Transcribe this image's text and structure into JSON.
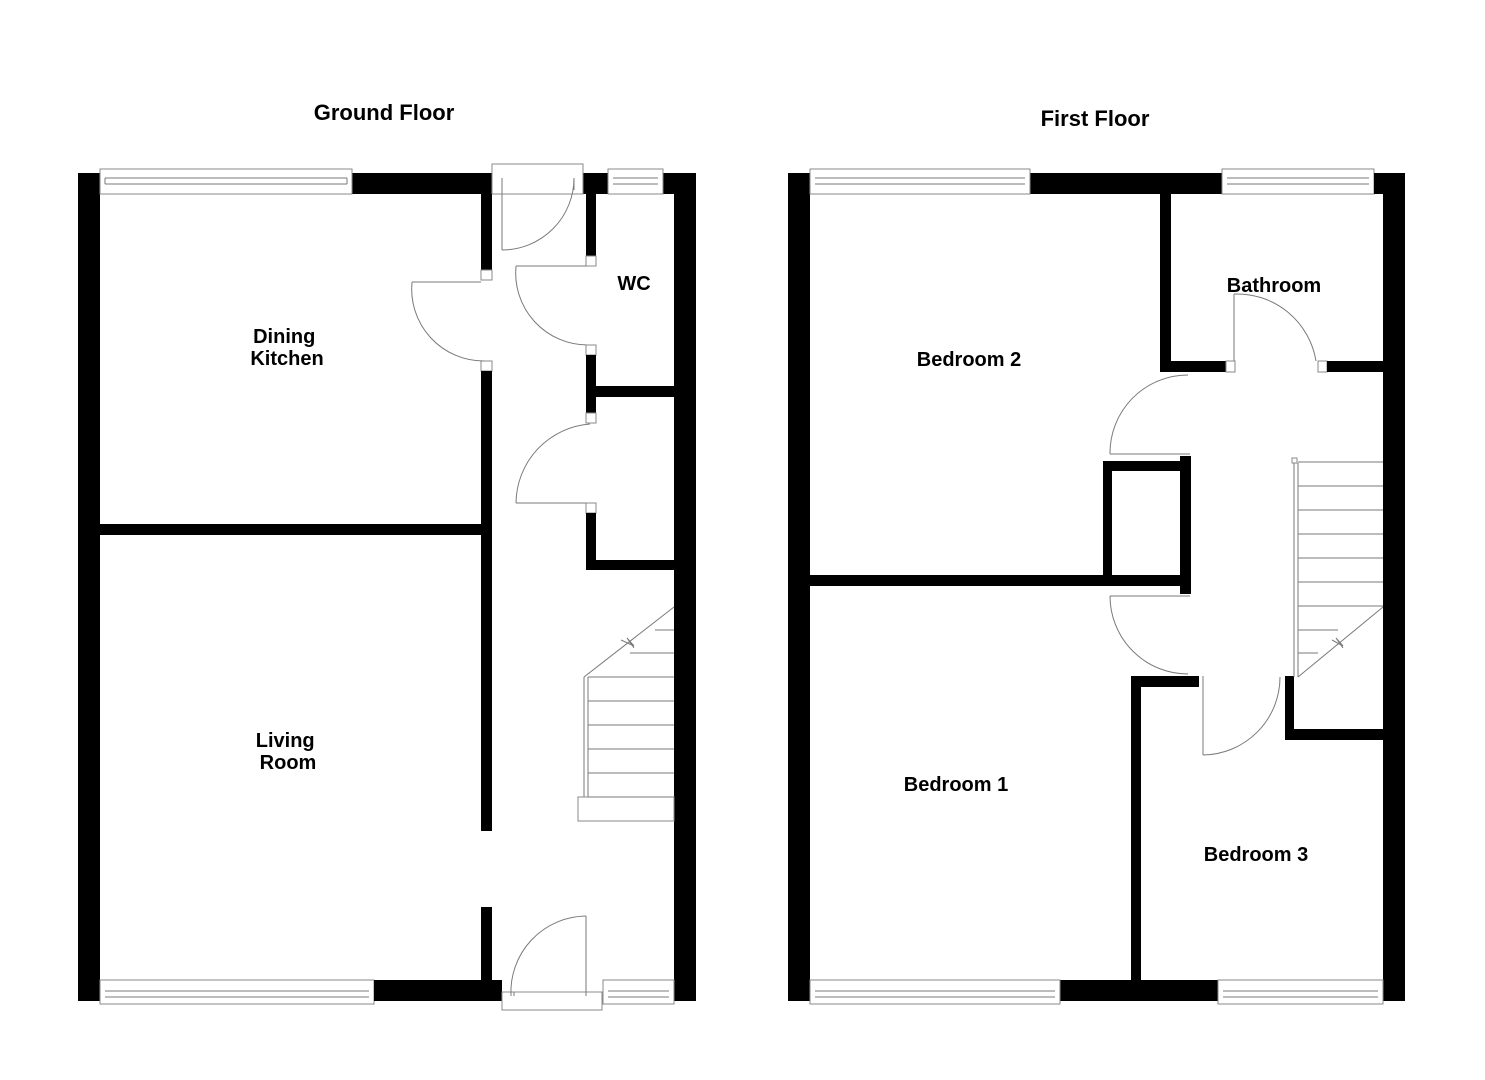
{
  "floors": [
    {
      "title": "Ground Floor",
      "rooms": [
        {
          "name": "dining-kitchen",
          "lines": [
            "Dining",
            "Kitchen"
          ]
        },
        {
          "name": "wc",
          "lines": [
            "WC"
          ]
        },
        {
          "name": "living-room",
          "lines": [
            "Living",
            "Room"
          ]
        }
      ]
    },
    {
      "title": "First Floor",
      "rooms": [
        {
          "name": "bedroom-2",
          "lines": [
            "Bedroom 2"
          ]
        },
        {
          "name": "bathroom",
          "lines": [
            "Bathroom"
          ]
        },
        {
          "name": "bedroom-1",
          "lines": [
            "Bedroom 1"
          ]
        },
        {
          "name": "bedroom-3",
          "lines": [
            "Bedroom 3"
          ]
        }
      ]
    }
  ],
  "colors": {
    "wall": "#000000",
    "background": "#ffffff",
    "linework": "#8a8a8a"
  }
}
